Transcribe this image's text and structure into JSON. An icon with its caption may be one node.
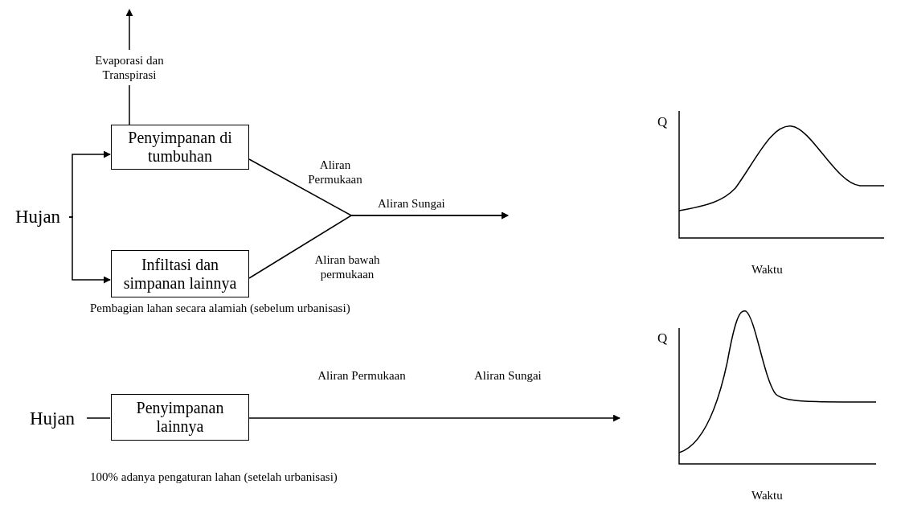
{
  "diagram": {
    "nodes": [
      {
        "text": [
          "Hujan"
        ]
      },
      {
        "text": [
          "Penyimpanan di tumbuhan"
        ]
      },
      {
        "text": [
          "Infiltasi dan simpanan lainnya"
        ]
      },
      {
        "text": [
          "Hujan"
        ]
      },
      {
        "text": [
          "Penyimpanan lainnya"
        ]
      }
    ],
    "edges": [
      {
        "from": 0,
        "to": 1,
        "arrow": "to"
      },
      {
        "from": 0,
        "to": 2,
        "arrow": "to"
      },
      {
        "from": 1,
        "to": null,
        "arrow": "to",
        "label": "Evaporasi dan Transpirasi"
      },
      {
        "from": 1,
        "to": null,
        "arrow": "to",
        "label": "Aliran Permukaan"
      },
      {
        "from": 2,
        "to": null,
        "arrow": "to",
        "label": "Aliran bawah permukaan"
      },
      {
        "from": 3,
        "to": 4,
        "arrow": "none"
      },
      {
        "from": 4,
        "to": null,
        "arrow": "to",
        "label": "Aliran Permukaan"
      }
    ],
    "labels": [
      "Q",
      "Aliran Sungai",
      "Waktu",
      "Pembagian lahan secara alamiah (sebelum urbanisasi)",
      "Q",
      "Aliran Sungai",
      "100% adanya pengaturan lahan (setelah urbanisasi)",
      "Waktu"
    ]
  }
}
